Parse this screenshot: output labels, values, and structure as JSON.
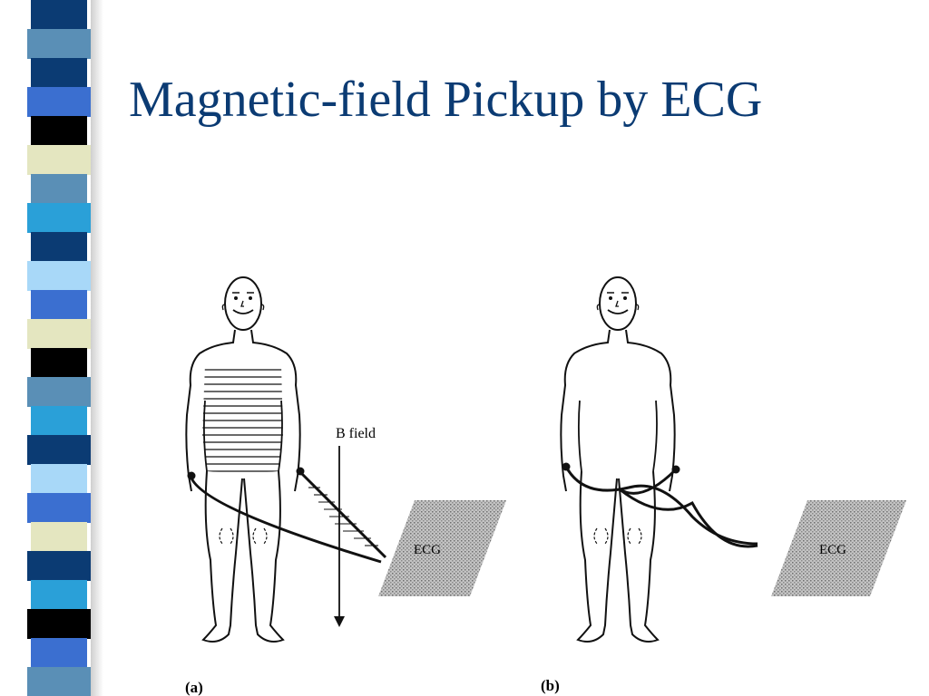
{
  "slide": {
    "title": "Magnetic-field Pickup by ECG",
    "stripe_colors": [
      "#0b3b73",
      "#5a8fb6",
      "#0b3b73",
      "#3b6fd0",
      "#000000",
      "#e4e6c0",
      "#5a8fb6",
      "#2aa0d8",
      "#0b3b73",
      "#a8d8f8",
      "#3b6fd0",
      "#e4e6c0",
      "#000000",
      "#5a8fb6",
      "#2aa0d8",
      "#0b3b73",
      "#a8d8f8",
      "#3b6fd0",
      "#e4e6c0",
      "#0b3b73",
      "#2aa0d8",
      "#000000",
      "#3b6fd0",
      "#5a8fb6"
    ]
  },
  "figure": {
    "panel_a": {
      "label": "(a)",
      "field_label": "B  field",
      "device_label": "ECG"
    },
    "panel_b": {
      "label": "(b)",
      "device_label": "ECG"
    }
  }
}
